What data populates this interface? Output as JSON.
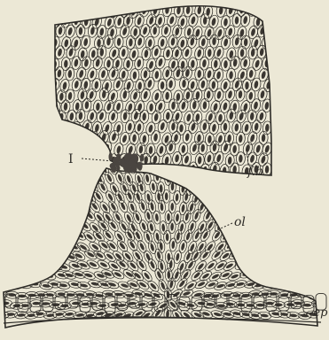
{
  "figure": {
    "labels": {
      "I": "I",
      "fb": "f.b",
      "ol": "ol",
      "ep": "-ep"
    },
    "colors": {
      "background": "#ece8d6",
      "ink": "#2c2a26",
      "nucleus": "#3a3631",
      "junction": "#4a4540"
    }
  }
}
